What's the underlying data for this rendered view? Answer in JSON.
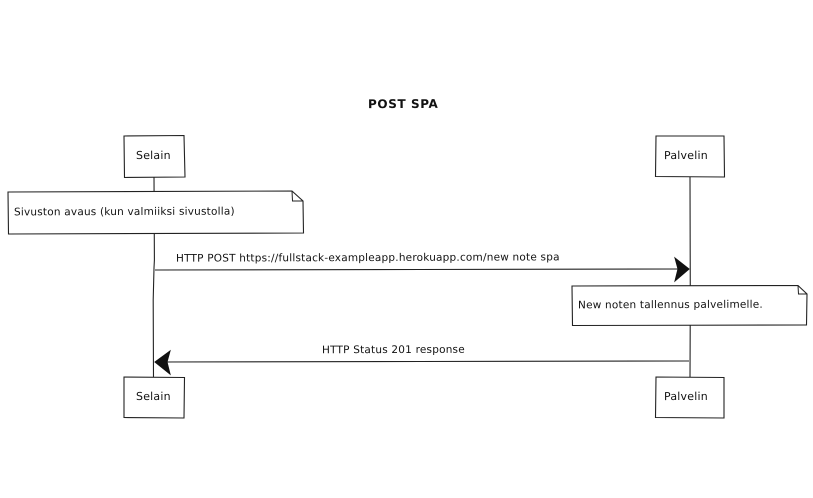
{
  "diagram": {
    "title": "POST SPA",
    "participants": {
      "browser": "Selain",
      "server": "Palvelin"
    },
    "notes": {
      "browser_note": "Sivuston avaus (kun valmiiksi sivustolla)",
      "server_note": "New noten tallennus palvelimelle."
    },
    "messages": {
      "request": "HTTP POST https://fullstack-exampleapp.herokuapp.com/new note spa",
      "response": "HTTP Status 201 response"
    }
  }
}
